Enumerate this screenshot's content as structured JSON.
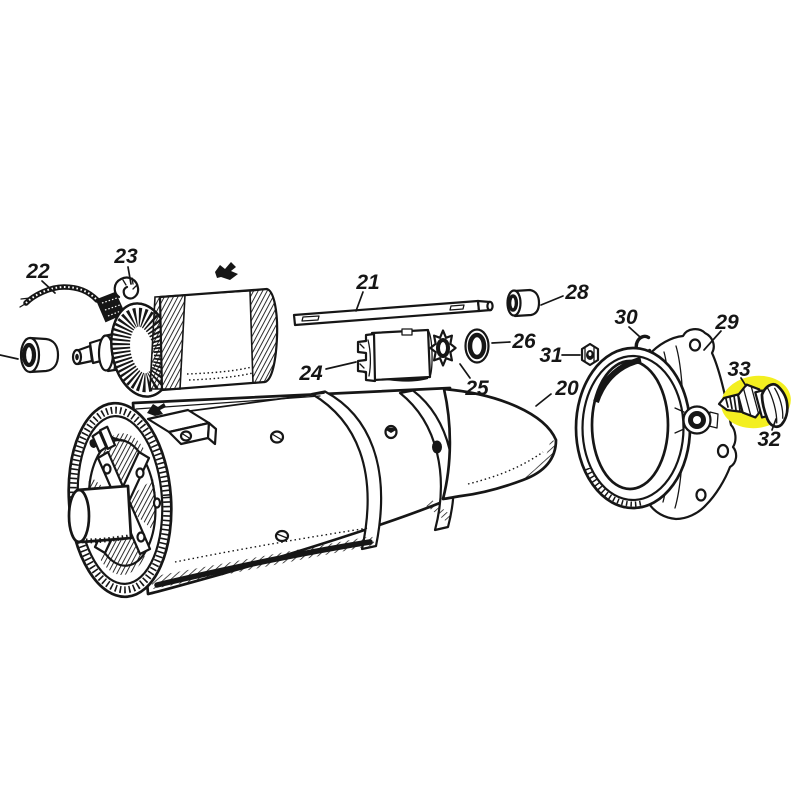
{
  "figure": {
    "type": "exploded-parts-diagram",
    "subject": "starter-motor-assembly",
    "background_color": "#ffffff",
    "ink_color": "#161616",
    "highlight_color": "#f3ef20",
    "highlighted_part_numbers": [
      "32",
      "33"
    ]
  },
  "parts": [
    {
      "number": "20"
    },
    {
      "number": "21"
    },
    {
      "number": "22"
    },
    {
      "number": "23"
    },
    {
      "number": "24"
    },
    {
      "number": "25"
    },
    {
      "number": "26"
    },
    {
      "number": "28"
    },
    {
      "number": "29"
    },
    {
      "number": "30"
    },
    {
      "number": "31"
    },
    {
      "number": "32"
    },
    {
      "number": "33"
    }
  ]
}
